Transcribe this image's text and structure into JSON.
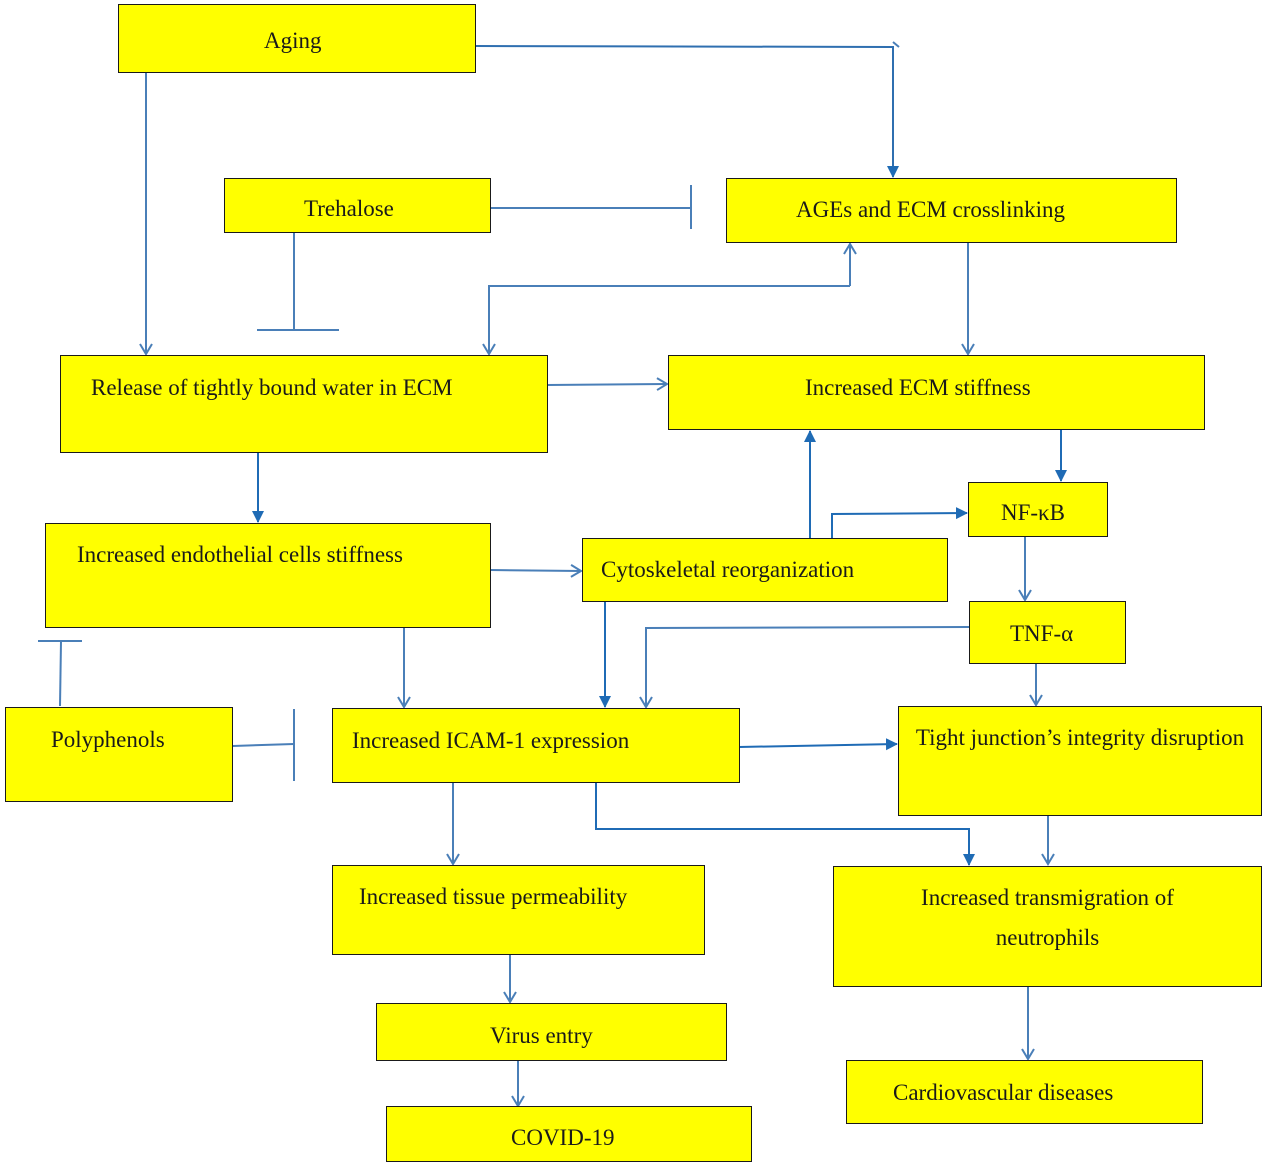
{
  "colors": {
    "box_fill": "#ffff00",
    "box_border": "#1a1a1a",
    "arrow": "#4a7fb8",
    "arrow_dark": "#1f6bb5"
  },
  "nodes": {
    "aging": "Aging",
    "trehalose": "Trehalose",
    "ages": "AGEs and ECM crosslinking",
    "release": "Release of tightly bound water in ECM",
    "ecm_stiffness": "Increased ECM stiffness",
    "endo": "Increased endothelial cells stiffness",
    "cyto": "Cytoskeletal reorganization",
    "nfkb": "NF-κB",
    "tnf": "TNF-α",
    "polyphenols": "Polyphenols",
    "icam": "Increased ICAM-1 expression",
    "tight": "Tight junction’s integrity disruption",
    "tissue": "Increased tissue permeability",
    "transmig": "Increased transmigration of neutrophils",
    "virus": "Virus entry",
    "cvd": "Cardiovascular diseases",
    "covid": "COVID-19"
  },
  "edges": [
    {
      "from": "aging",
      "to": "ages",
      "type": "activates"
    },
    {
      "from": "aging",
      "to": "release",
      "type": "activates"
    },
    {
      "from": "trehalose",
      "to": "ages",
      "type": "inhibits"
    },
    {
      "from": "trehalose",
      "to": "release",
      "type": "inhibits"
    },
    {
      "from": "release",
      "to": "ages",
      "type": "activates"
    },
    {
      "from": "ages",
      "to": "release",
      "type": "activates"
    },
    {
      "from": "ages",
      "to": "ecm_stiffness",
      "type": "activates"
    },
    {
      "from": "release",
      "to": "ecm_stiffness",
      "type": "activates"
    },
    {
      "from": "release",
      "to": "endo",
      "type": "activates"
    },
    {
      "from": "ecm_stiffness",
      "to": "nfkb",
      "type": "activates"
    },
    {
      "from": "cyto",
      "to": "ecm_stiffness",
      "type": "activates"
    },
    {
      "from": "cyto",
      "to": "nfkb",
      "type": "activates"
    },
    {
      "from": "endo",
      "to": "cyto",
      "type": "activates"
    },
    {
      "from": "nfkb",
      "to": "tnf",
      "type": "activates"
    },
    {
      "from": "tnf",
      "to": "icam",
      "type": "activates"
    },
    {
      "from": "tnf",
      "to": "tight",
      "type": "activates"
    },
    {
      "from": "cyto",
      "to": "icam",
      "type": "activates"
    },
    {
      "from": "endo",
      "to": "icam",
      "type": "activates"
    },
    {
      "from": "polyphenols",
      "to": "icam",
      "type": "inhibits"
    },
    {
      "from": "polyphenols",
      "to": "endo",
      "type": "inhibits"
    },
    {
      "from": "icam",
      "to": "tight",
      "type": "activates"
    },
    {
      "from": "icam",
      "to": "tissue",
      "type": "activates"
    },
    {
      "from": "icam",
      "to": "transmig",
      "type": "activates"
    },
    {
      "from": "tight",
      "to": "transmig",
      "type": "activates"
    },
    {
      "from": "tissue",
      "to": "virus",
      "type": "activates"
    },
    {
      "from": "virus",
      "to": "covid",
      "type": "activates"
    },
    {
      "from": "transmig",
      "to": "cvd",
      "type": "activates"
    }
  ]
}
